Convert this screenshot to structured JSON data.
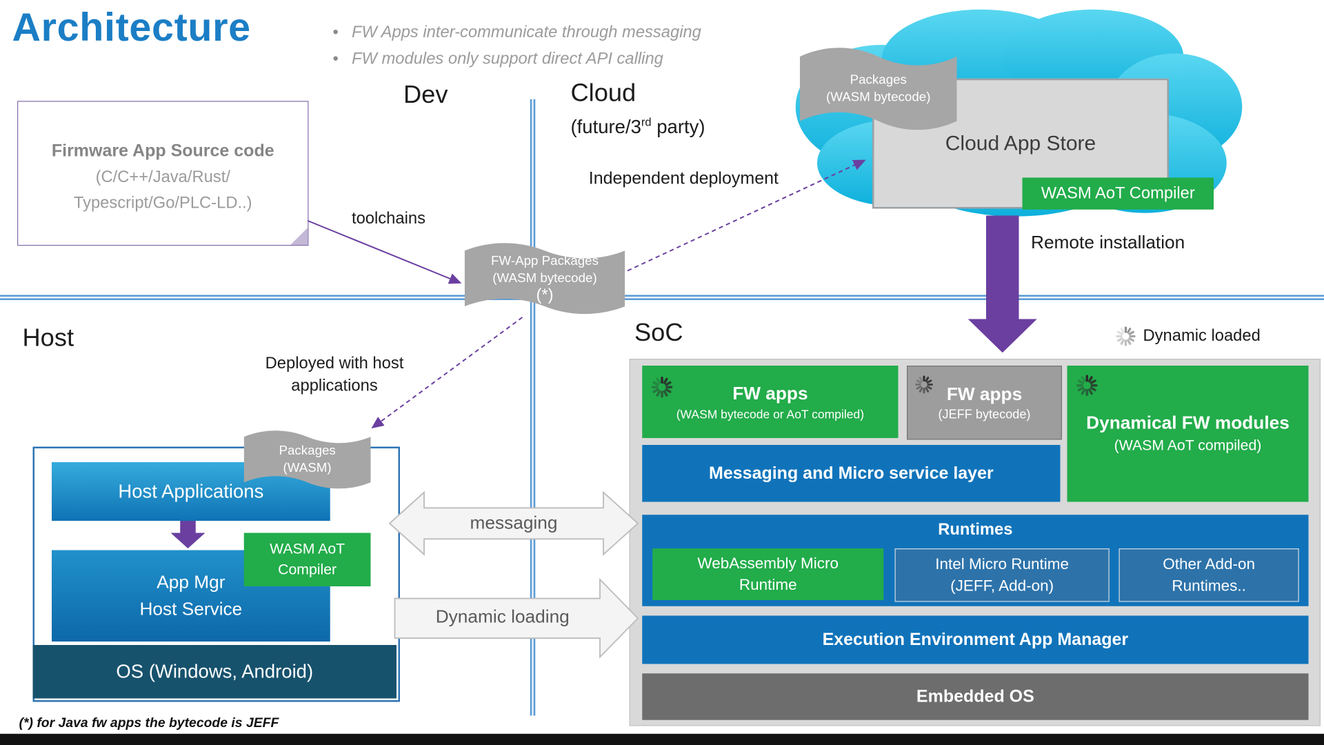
{
  "title": "Architecture",
  "bullets": [
    "FW Apps inter-communicate through messaging",
    "FW modules only support direct API calling"
  ],
  "quadrants": {
    "dev": "Dev",
    "cloud": "Cloud",
    "cloud_sub_prefix": "(future/3",
    "cloud_sub_sup": "rd",
    "cloud_sub_suffix": " party)",
    "host": "Host",
    "soc": "SoC"
  },
  "source_box": {
    "title": "Firmware App Source code",
    "line2": "(C/C++/Java/Rust/",
    "line3": "Typescript/Go/PLC-LD..)"
  },
  "labels": {
    "toolchains": "toolchains",
    "independent_deployment": "Independent deployment",
    "remote_installation": "Remote installation",
    "deployed_line1": "Deployed with host",
    "deployed_line2": "applications",
    "dynamic_loaded": "Dynamic loaded",
    "messaging": "messaging",
    "dynamic_loading": "Dynamic loading",
    "footnote": "(*) for Java fw apps the bytecode is JEFF"
  },
  "packages_center": {
    "line1": "FW-App Packages",
    "line2": "(WASM bytecode)",
    "line3": "(*)"
  },
  "packages_cloud": {
    "line1": "Packages",
    "line2": "(WASM bytecode)"
  },
  "packages_host": {
    "line1": "Packages",
    "line2": "(WASM)"
  },
  "cloud": {
    "store": "Cloud App Store",
    "compiler": "WASM AoT Compiler"
  },
  "host": {
    "applications": "Host Applications",
    "compiler_line1": "WASM AoT",
    "compiler_line2": "Compiler",
    "appmgr_line1": "App Mgr",
    "appmgr_line2": "Host Service",
    "os": "OS (Windows, Android)"
  },
  "soc": {
    "fw_apps_wasm": {
      "title": "FW apps",
      "subtitle": "(WASM bytecode or AoT compiled)"
    },
    "fw_apps_jeff": {
      "title": "FW apps",
      "subtitle": "(JEFF bytecode)"
    },
    "dyn_modules": {
      "title": "Dynamical FW modules",
      "subtitle": "(WASM AoT compiled)"
    },
    "messaging_layer": "Messaging and Micro service layer",
    "runtimes": {
      "title": "Runtimes",
      "wamr_line1": "WebAssembly Micro",
      "wamr_line2": "Runtime",
      "intel_line1": "Intel Micro Runtime",
      "intel_line2": "(JEFF, Add-on)",
      "other_line1": "Other Add-on",
      "other_line2": "Runtimes.."
    },
    "exec_env": "Execution Environment App Manager",
    "embedded_os": "Embedded OS"
  },
  "colors": {
    "title_blue": "#1b7ec5",
    "green": "#22ac4a",
    "box_blue": "#1073ba",
    "dark_blue": "#17526d",
    "purple": "#6a3fa0",
    "cloud_cyan": "#18b7e0",
    "shape_gray": "#a6a6a6",
    "embedded_gray": "#6d6d6d"
  }
}
